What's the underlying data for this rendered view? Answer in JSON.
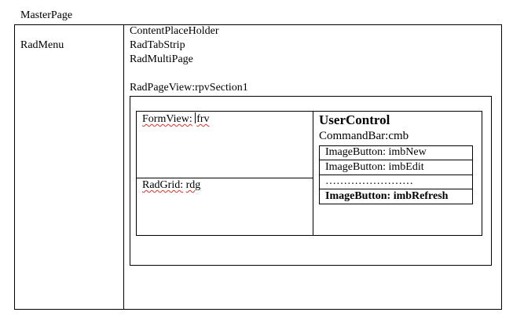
{
  "master_page_label": "MasterPage",
  "rad_menu_label": "RadMenu",
  "content_labels": {
    "content_placeholder": "ContentPlaceHolder",
    "tab_strip": "RadTabStrip",
    "multi_page": "RadMultiPage",
    "page_view": "RadPageView:rpvSection1"
  },
  "form_view": {
    "prefix": "FormView:",
    "value": "frv"
  },
  "rad_grid": {
    "prefix": "RadGrid:",
    "value": "rdg"
  },
  "user_control": {
    "title": "UserControl",
    "command_bar": "CommandBar:cmb",
    "buttons": [
      "ImageButton: imbNew",
      "ImageButton: imbEdit",
      "……………………",
      "ImageButton: imbRefresh"
    ]
  },
  "colors": {
    "border": "#000000",
    "spellcheck_underline": "#d9342b",
    "background": "#ffffff"
  }
}
